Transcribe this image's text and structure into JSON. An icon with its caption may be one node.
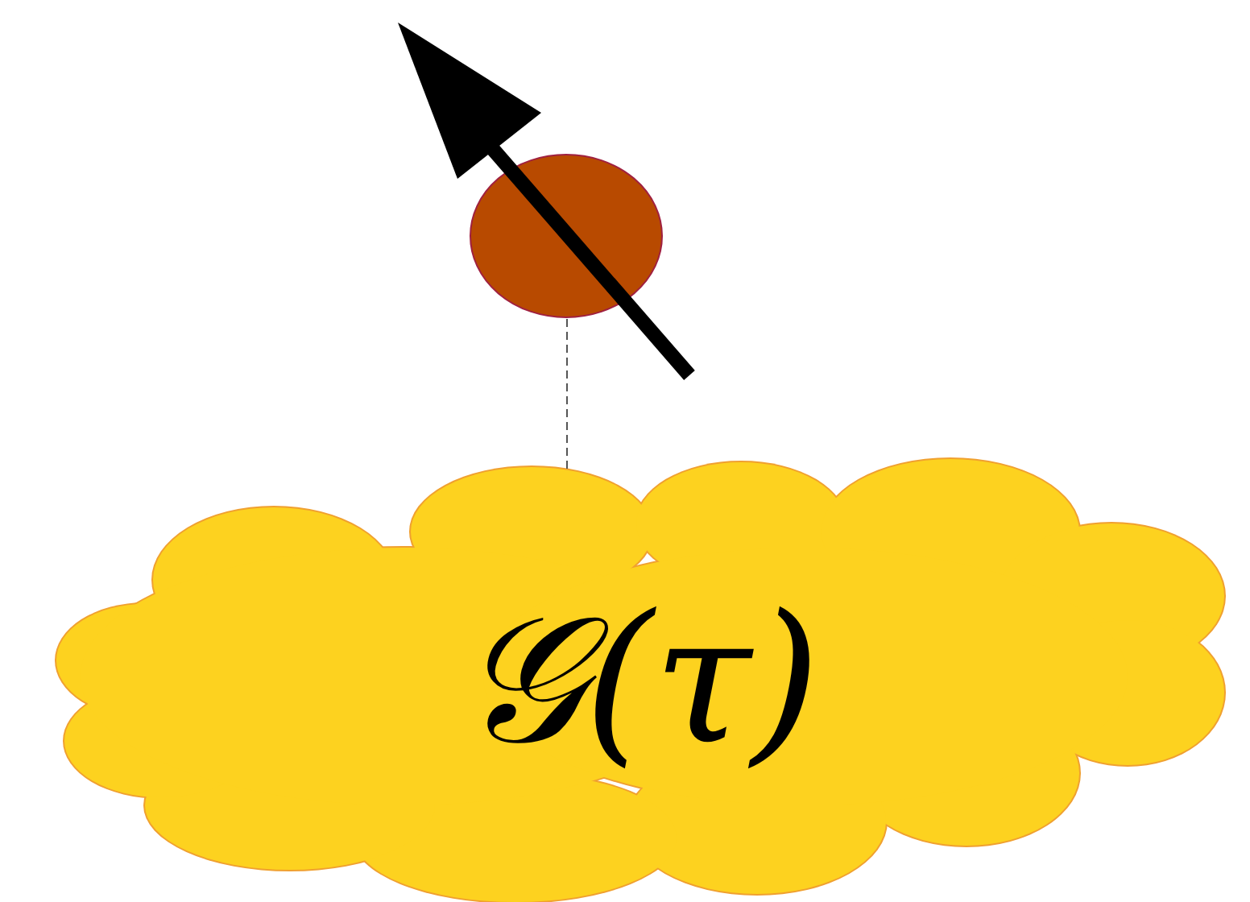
{
  "diagram": {
    "nodes": [
      {
        "text": [],
        "shape": "circle"
      },
      {
        "text": [
          "𝒢(τ)"
        ]
      }
    ],
    "edges": [
      {
        "from": 0,
        "to": 1,
        "arrow": "none",
        "style": "dashed"
      }
    ]
  }
}
